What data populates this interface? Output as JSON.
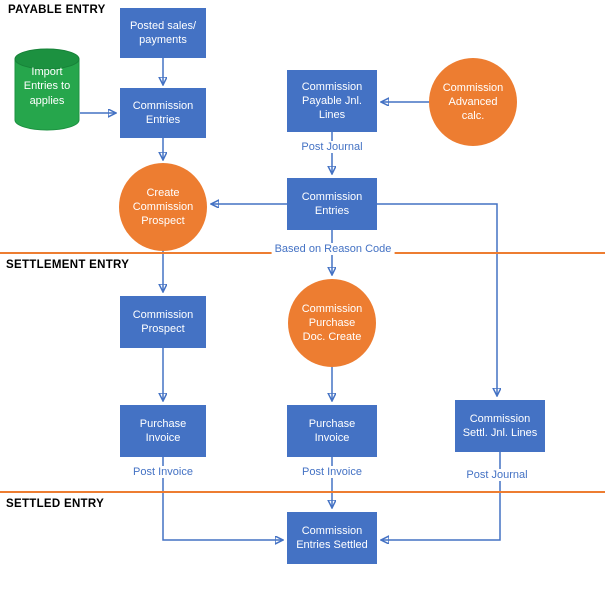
{
  "colors": {
    "box_blue": "#4472C4",
    "circle_orange": "#ED7D31",
    "cylinder_green": "#26A64C",
    "cylinder_top_green": "#1C9140",
    "divider_orange": "#ED7D31",
    "connector_blue": "#4472C4",
    "edge_label_blue": "#4472C4"
  },
  "sections": [
    {
      "label": "PAYABLE ENTRY"
    },
    {
      "label": "SETTLEMENT ENTRY"
    },
    {
      "label": "SETTLED ENTRY"
    }
  ],
  "nodes": {
    "posted_sales": {
      "label": "Posted sales/ payments",
      "shape": "rect"
    },
    "import_entries": {
      "label": "Import Entries to applies",
      "shape": "cylinder"
    },
    "commission_entries_1": {
      "label": "Commission Entries",
      "shape": "rect"
    },
    "commission_payable_jnl": {
      "label": "Commission Payable Jnl. Lines",
      "shape": "rect"
    },
    "commission_advanced_calc": {
      "label": "Commission Advanced calc.",
      "shape": "circle"
    },
    "create_commission_prospect": {
      "label": "Create Commission Prospect",
      "shape": "circle"
    },
    "commission_entries_2": {
      "label": "Commission Entries",
      "shape": "rect"
    },
    "commission_prospect": {
      "label": "Commission Prospect",
      "shape": "rect"
    },
    "commission_purchase_doc_create": {
      "label": "Commission Purchase Doc. Create",
      "shape": "circle"
    },
    "purchase_invoice_left": {
      "label": "Purchase Invoice",
      "shape": "rect"
    },
    "purchase_invoice_mid": {
      "label": "Purchase Invoice",
      "shape": "rect"
    },
    "commission_settl_jnl": {
      "label": "Commission Settl. Jnl. Lines",
      "shape": "rect"
    },
    "commission_entries_settled": {
      "label": "Commission Entries Settled",
      "shape": "rect"
    }
  },
  "edge_labels": {
    "post_journal_top": "Post Journal",
    "based_on_reason_code": "Based on Reason Code",
    "post_invoice_left": "Post Invoice",
    "post_invoice_mid": "Post Invoice",
    "post_journal_right": "Post Journal"
  }
}
